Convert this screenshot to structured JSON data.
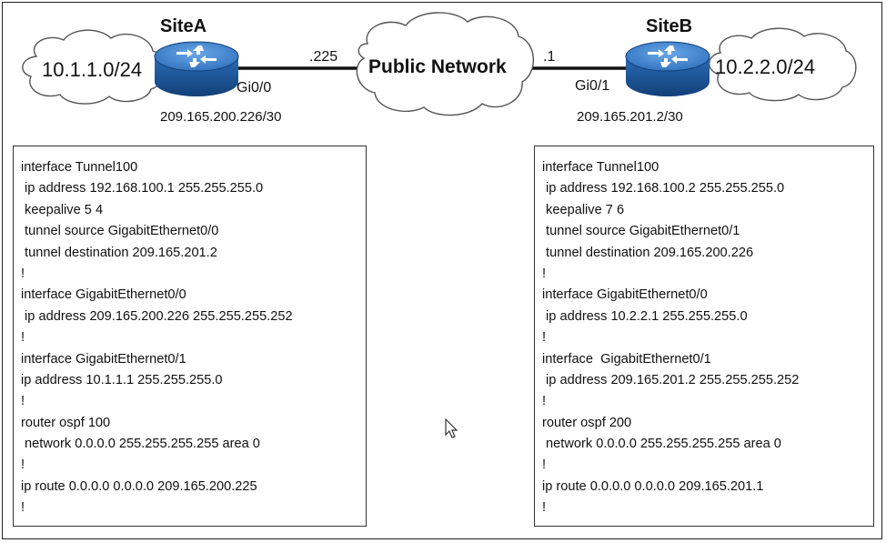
{
  "topology": {
    "site_a": {
      "name": "SiteA",
      "lan": "10.1.1.0/24",
      "interface": "Gi0/0",
      "wan_ip": "209.165.200.226/30"
    },
    "site_b": {
      "name": "SiteB",
      "lan": "10.2.2.0/24",
      "interface": "Gi0/1",
      "wan_ip": "209.165.201.2/30"
    },
    "public_network": {
      "label": "Public Network",
      "left_octet": ".225",
      "right_octet": ".1"
    },
    "colors": {
      "router_body": "#1f5fa8",
      "router_top": "#4a8fd6",
      "link": "#111111"
    }
  },
  "config_a": [
    "interface Tunnel100",
    " ip address 192.168.100.1 255.255.255.0",
    " keepalive 5 4",
    " tunnel source GigabitEthernet0/0",
    " tunnel destination 209.165.201.2",
    "!",
    "interface GigabitEthernet0/0",
    " ip address 209.165.200.226 255.255.255.252",
    "!",
    "interface GigabitEthernet0/1",
    "ip address 10.1.1.1 255.255.255.0",
    "!",
    "router ospf 100",
    " network 0.0.0.0 255.255.255.255 area 0",
    "!",
    "ip route 0.0.0.0 0.0.0.0 209.165.200.225",
    "!"
  ],
  "config_b": [
    "interface Tunnel100",
    " ip address 192.168.100.2 255.255.255.0",
    " keepalive 7 6",
    " tunnel source GigabitEthernet0/1",
    " tunnel destination 209.165.200.226",
    "!",
    "interface GigabitEthernet0/0",
    " ip address 10.2.2.1 255.255.255.0",
    "!",
    "interface  GigabitEthernet0/1",
    " ip address 209.165.201.2 255.255.255.252",
    "!",
    "router ospf 200",
    " network 0.0.0.0 255.255.255.255 area 0",
    "!",
    "ip route 0.0.0.0 0.0.0.0 209.165.201.1",
    "!"
  ]
}
